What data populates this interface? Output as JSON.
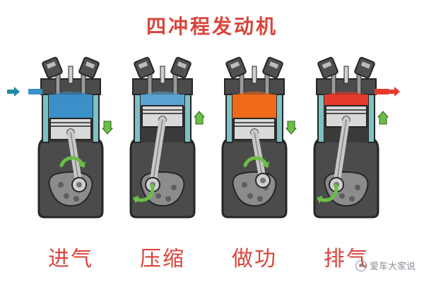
{
  "title": "四冲程发动机",
  "strokes": [
    {
      "label": "进气",
      "fill_color": "#3a90c8",
      "piston": "down",
      "flow_in": true,
      "flow_out": false
    },
    {
      "label": "压缩",
      "fill_color": "#5ba3d0",
      "piston": "up",
      "flow_in": false,
      "flow_out": false
    },
    {
      "label": "做功",
      "fill_color": "#f06a1c",
      "piston": "down",
      "flow_in": false,
      "flow_out": false
    },
    {
      "label": "排气",
      "fill_color": "#e53b2c",
      "piston": "up",
      "flow_in": false,
      "flow_out": true
    }
  ],
  "colors": {
    "title": "#d9453b",
    "block": "#4b4b4b",
    "block_dark": "#262626",
    "cylinder_wall": "#7ec1c4",
    "arrow_motion": "#6cbe45",
    "arrow_intake": "#1f8ba3",
    "arrow_exhaust": "#e53b2c"
  },
  "watermark": "爱车大家说"
}
